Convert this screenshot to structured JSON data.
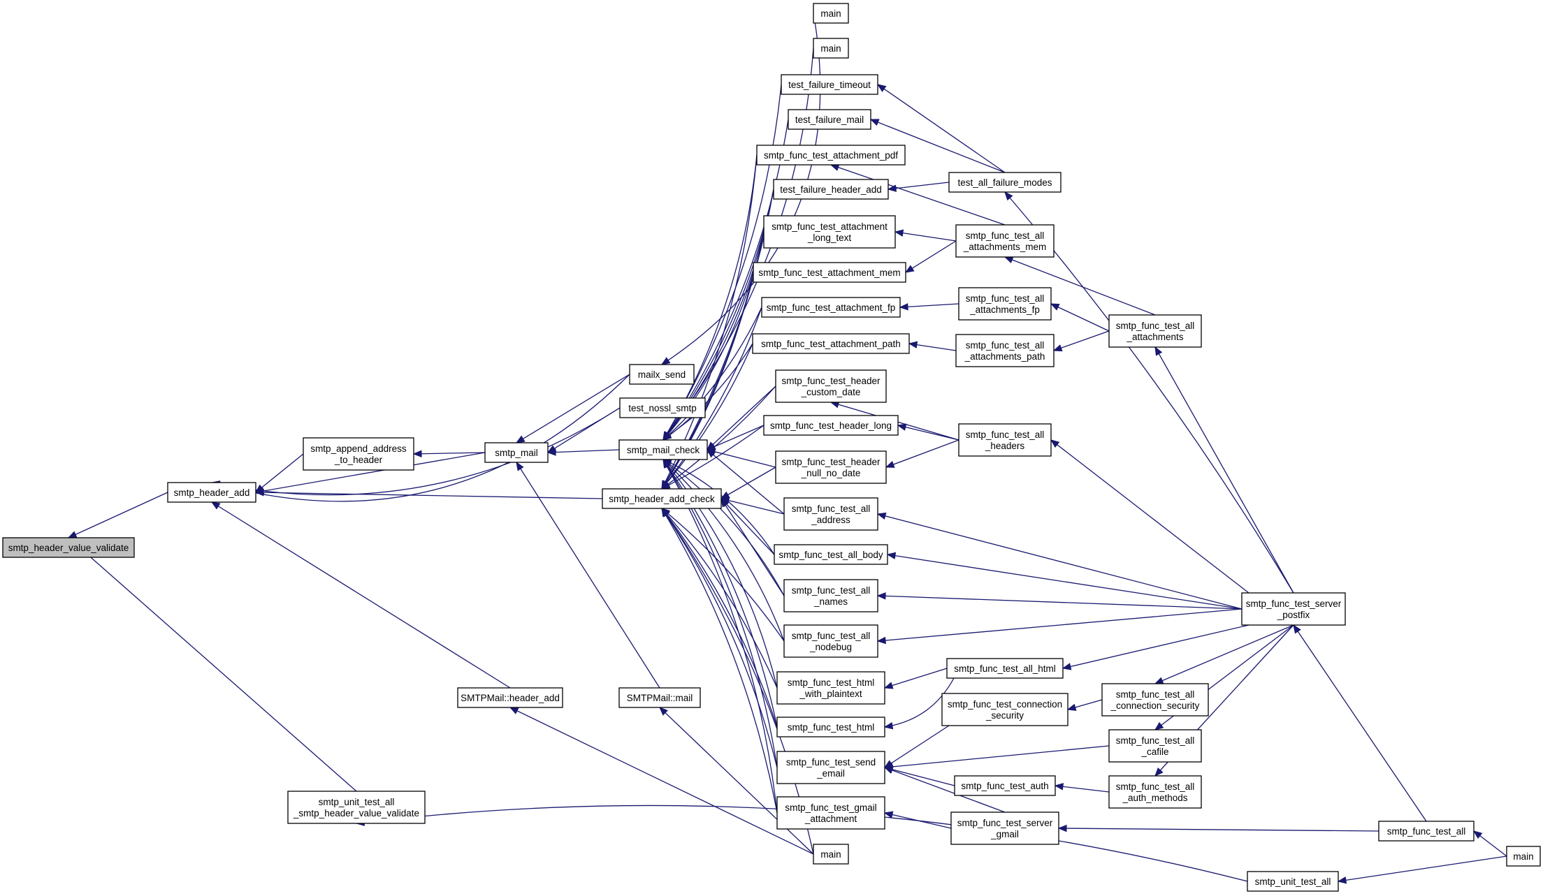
{
  "diagram": {
    "type": "call-graph",
    "focus_node": "smtp_header_value_validate",
    "colors": {
      "edge": "#191970",
      "node_border": "#000000",
      "focus_fill": "#bfbfbf",
      "node_fill": "#ffffff"
    },
    "nodes": [
      {
        "id": "smtp_header_value_validate",
        "lines": [
          "smtp_header_value_validate"
        ]
      },
      {
        "id": "smtp_header_add",
        "lines": [
          "smtp_header_add"
        ]
      },
      {
        "id": "smtp_append_address_to_header",
        "lines": [
          "smtp_append_address",
          "_to_header"
        ]
      },
      {
        "id": "smtp_mail",
        "lines": [
          "smtp_mail"
        ]
      },
      {
        "id": "mailx_send",
        "lines": [
          "mailx_send"
        ]
      },
      {
        "id": "test_nossl_smtp",
        "lines": [
          "test_nossl_smtp"
        ]
      },
      {
        "id": "smtp_mail_check",
        "lines": [
          "smtp_mail_check"
        ]
      },
      {
        "id": "smtp_header_add_check",
        "lines": [
          "smtp_header_add_check"
        ]
      },
      {
        "id": "SMTPMail_mail",
        "lines": [
          "SMTPMail::mail"
        ]
      },
      {
        "id": "SMTPMail_header_add",
        "lines": [
          "SMTPMail::header_add"
        ]
      },
      {
        "id": "smtp_unit_test_all_validate",
        "lines": [
          "smtp_unit_test_all",
          "_smtp_header_value_validate"
        ]
      },
      {
        "id": "main1",
        "lines": [
          "main"
        ]
      },
      {
        "id": "main2",
        "lines": [
          "main"
        ]
      },
      {
        "id": "test_failure_timeout",
        "lines": [
          "test_failure_timeout"
        ]
      },
      {
        "id": "test_failure_mail",
        "lines": [
          "test_failure_mail"
        ]
      },
      {
        "id": "att_pdf",
        "lines": [
          "smtp_func_test_attachment_pdf"
        ]
      },
      {
        "id": "test_failure_header_add",
        "lines": [
          "test_failure_header_add"
        ]
      },
      {
        "id": "att_long_text",
        "lines": [
          "smtp_func_test_attachment",
          "_long_text"
        ]
      },
      {
        "id": "att_mem",
        "lines": [
          "smtp_func_test_attachment_mem"
        ]
      },
      {
        "id": "att_fp",
        "lines": [
          "smtp_func_test_attachment_fp"
        ]
      },
      {
        "id": "att_path",
        "lines": [
          "smtp_func_test_attachment_path"
        ]
      },
      {
        "id": "hdr_custom_date",
        "lines": [
          "smtp_func_test_header",
          "_custom_date"
        ]
      },
      {
        "id": "hdr_long",
        "lines": [
          "smtp_func_test_header_long"
        ]
      },
      {
        "id": "hdr_null",
        "lines": [
          "smtp_func_test_header",
          "_null_no_date"
        ]
      },
      {
        "id": "all_address",
        "lines": [
          "smtp_func_test_all",
          "_address"
        ]
      },
      {
        "id": "all_body",
        "lines": [
          "smtp_func_test_all_body"
        ]
      },
      {
        "id": "all_names",
        "lines": [
          "smtp_func_test_all",
          "_names"
        ]
      },
      {
        "id": "all_nodebug",
        "lines": [
          "smtp_func_test_all",
          "_nodebug"
        ]
      },
      {
        "id": "html_plain",
        "lines": [
          "smtp_func_test_html",
          "_with_plaintext"
        ]
      },
      {
        "id": "html",
        "lines": [
          "smtp_func_test_html"
        ]
      },
      {
        "id": "send_email",
        "lines": [
          "smtp_func_test_send",
          "_email"
        ]
      },
      {
        "id": "gmail_att",
        "lines": [
          "smtp_func_test_gmail",
          "_attachment"
        ]
      },
      {
        "id": "main3",
        "lines": [
          "main"
        ]
      },
      {
        "id": "test_all_failure_modes",
        "lines": [
          "test_all_failure_modes"
        ]
      },
      {
        "id": "all_att_mem",
        "lines": [
          "smtp_func_test_all",
          "_attachments_mem"
        ]
      },
      {
        "id": "all_att_fp",
        "lines": [
          "smtp_func_test_all",
          "_attachments_fp"
        ]
      },
      {
        "id": "all_att_path",
        "lines": [
          "smtp_func_test_all",
          "_attachments_path"
        ]
      },
      {
        "id": "all_headers",
        "lines": [
          "smtp_func_test_all",
          "_headers"
        ]
      },
      {
        "id": "all_html",
        "lines": [
          "smtp_func_test_all_html"
        ]
      },
      {
        "id": "conn_sec",
        "lines": [
          "smtp_func_test_connection",
          "_security"
        ]
      },
      {
        "id": "test_auth",
        "lines": [
          "smtp_func_test_auth"
        ]
      },
      {
        "id": "server_gmail",
        "lines": [
          "smtp_func_test_server",
          "_gmail"
        ]
      },
      {
        "id": "all_attachments",
        "lines": [
          "smtp_func_test_all",
          "_attachments"
        ]
      },
      {
        "id": "all_conn_sec",
        "lines": [
          "smtp_func_test_all",
          "_connection_security"
        ]
      },
      {
        "id": "all_cafile",
        "lines": [
          "smtp_func_test_all",
          "_cafile"
        ]
      },
      {
        "id": "all_auth_methods",
        "lines": [
          "smtp_func_test_all",
          "_auth_methods"
        ]
      },
      {
        "id": "server_postfix",
        "lines": [
          "smtp_func_test_server",
          "_postfix"
        ]
      },
      {
        "id": "func_test_all",
        "lines": [
          "smtp_func_test_all"
        ]
      },
      {
        "id": "unit_test_all",
        "lines": [
          "smtp_unit_test_all"
        ]
      },
      {
        "id": "main4",
        "lines": [
          "main"
        ]
      }
    ]
  }
}
